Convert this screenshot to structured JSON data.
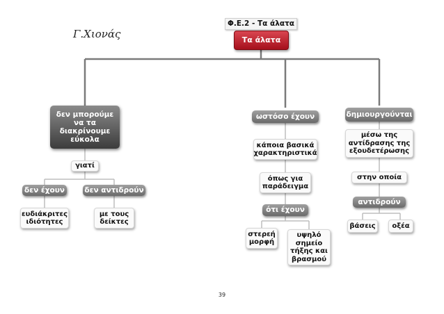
{
  "author": "Γ.Χιονάς",
  "page_number": "39",
  "nodes": {
    "title": "Φ.Ε.2 - Τα άλατα",
    "root": "Τα άλατα",
    "left_main": "δεν μπορούμε να τα διακρίνουμε εύκολα",
    "why": "γιατί",
    "no_have": "δεν έχουν",
    "no_react": "δεν αντιδρούν",
    "distinct": "ευδιάκριτες ιδιότητες",
    "indicators": "με τους δείκτες",
    "mid_main": "ωστόσο έχουν",
    "basic": "κάποια βασικά χαρακτηριστικά",
    "example": "όπως για παράδειγμα",
    "that_have": "ότι έχουν",
    "solid": "στερεή μορφή",
    "high_point": "υψηλό σημείο τήξης και βρασμού",
    "right_main": "δημιουργούνται",
    "via": "μέσω της αντίδρασης της εξουδετέρωσης",
    "in_which": "στην οποία",
    "react": "αντιδρούν",
    "bases": "βάσεις",
    "acids": "οξέα"
  }
}
